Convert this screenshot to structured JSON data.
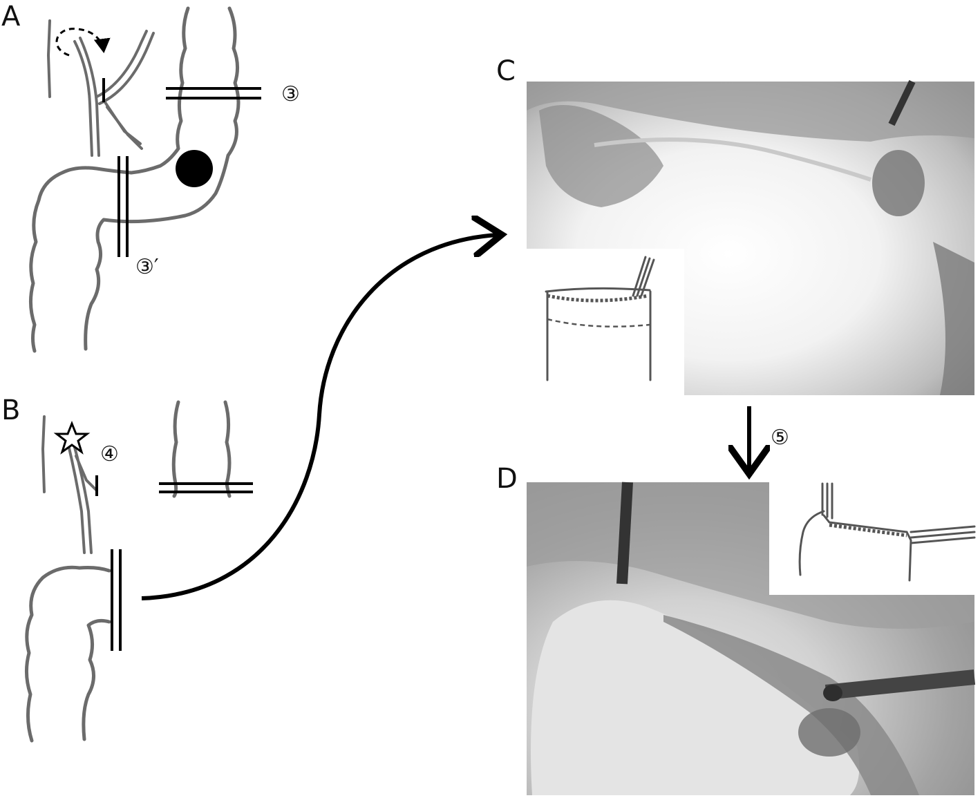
{
  "panels": {
    "A": {
      "letter": "A",
      "labels": [
        "③",
        "③′"
      ]
    },
    "B": {
      "letter": "B",
      "labels": [
        "④"
      ]
    },
    "C": {
      "letter": "C"
    },
    "D": {
      "letter": "D"
    }
  },
  "step_between_C_D": "⑤",
  "colors": {
    "gut_outline": "#6b6b6b",
    "cut_marks": "#000000",
    "photo_dark": "#777777",
    "photo_light": "#f4f4f4"
  },
  "icons": {
    "tumor": "filled-circle",
    "star": "star-outline-icon",
    "rotation": "dashed-curved-arrow-icon"
  }
}
